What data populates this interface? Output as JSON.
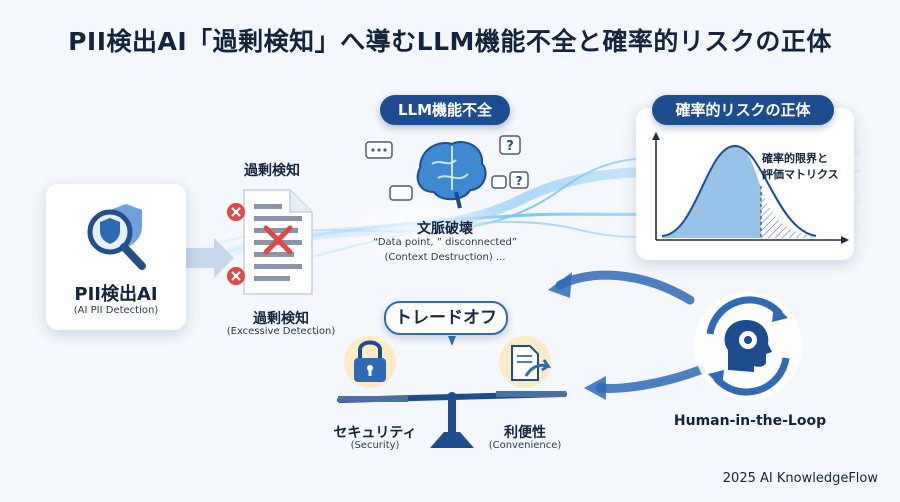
{
  "title": "PII検出AI「過剰検知」へ導むLLM機能不全と確率的リスクの正体",
  "pii": {
    "label": "PII検出AI",
    "sub": "(AI PII Detection)"
  },
  "overdetect": {
    "top_label": "過剰検知",
    "label": "過剰検知",
    "sub": "(Excessive Detection)"
  },
  "llm": {
    "badge": "LLM機能不全",
    "label": "文脈破壊",
    "quote": "“Data  point, ” disconnected”",
    "sub": "(Context Destruction) ..."
  },
  "prob": {
    "badge": "確率的リスクの正体",
    "note_line1": "確率的限界と",
    "note_line2": "評価マトリクス"
  },
  "tradeoff": {
    "badge": "トレードオフ",
    "security_label": "セキュリティ",
    "security_sub": "(Security)",
    "convenience_label": "利便性",
    "convenience_sub": "(Convenience)"
  },
  "hitl": {
    "label": "Human-in-the-Loop"
  },
  "footer": "2025 AI KnowledgeFlow",
  "colors": {
    "navy": "#1d4d8f",
    "accent": "#2f6bb5",
    "red": "#e04848",
    "glow": "#8fd0ff"
  }
}
